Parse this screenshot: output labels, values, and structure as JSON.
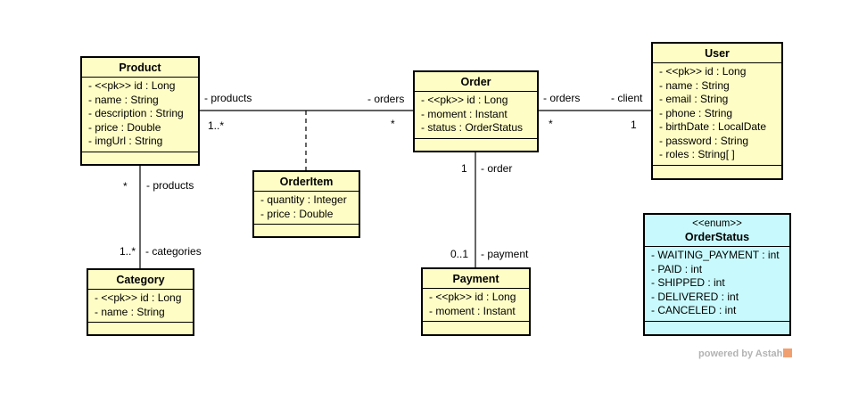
{
  "classes": {
    "product": {
      "name": "Product",
      "attrs": [
        "- <<pk>> id : Long",
        "- name : String",
        "- description : String",
        "- price : Double",
        "- imgUrl : String"
      ]
    },
    "order": {
      "name": "Order",
      "attrs": [
        "- <<pk>> id : Long",
        "- moment : Instant",
        "- status : OrderStatus"
      ]
    },
    "user": {
      "name": "User",
      "attrs": [
        "- <<pk>> id : Long",
        "- name : String",
        "- email : String",
        "- phone : String",
        "- birthDate : LocalDate",
        "- password : String",
        "- roles : String[ ]"
      ]
    },
    "orderitem": {
      "name": "OrderItem",
      "attrs": [
        "- quantity : Integer",
        "- price : Double"
      ]
    },
    "category": {
      "name": "Category",
      "attrs": [
        "- <<pk>> id : Long",
        "- name : String"
      ]
    },
    "payment": {
      "name": "Payment",
      "attrs": [
        "- <<pk>> id : Long",
        "- moment : Instant"
      ]
    },
    "orderstatus": {
      "stereotype": "<<enum>>",
      "name": "OrderStatus",
      "attrs": [
        "- WAITING_PAYMENT : int",
        "- PAID : int",
        "- SHIPPED : int",
        "- DELIVERED : int",
        "- CANCELED : int"
      ]
    }
  },
  "labels": {
    "product_order_role_products": "- products",
    "product_order_mult_product": "1..*",
    "product_order_role_orders": "- orders",
    "product_order_mult_order": "*",
    "order_user_role_orders": "- orders",
    "order_user_mult_order": "*",
    "order_user_role_client": "- client",
    "order_user_mult_user": "1",
    "product_category_mult_product": "*",
    "product_category_role_products": "- products",
    "product_category_mult_category": "1..*",
    "product_category_role_categories": "- categories",
    "order_payment_mult_order": "1",
    "order_payment_role_order": "- order",
    "order_payment_mult_payment": "0..1",
    "order_payment_role_payment": "- payment"
  },
  "watermark": "powered by Astah"
}
